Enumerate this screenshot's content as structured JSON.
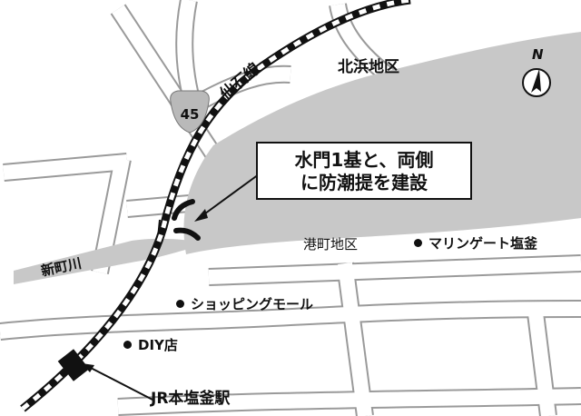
{
  "callout": {
    "line1": "水門1基と、両側",
    "line2": "に防潮提を建設"
  },
  "areas": {
    "kitahama": "北浜地区",
    "minatomachi": "港町地区"
  },
  "railway": {
    "name": "仙石線"
  },
  "river": {
    "name": "新町川"
  },
  "route": {
    "number": "45"
  },
  "station": {
    "name": "JR本塩釜駅"
  },
  "facilities": {
    "marine_gate": "マリンゲート塩釜",
    "shopping_mall": "ショッピングモール",
    "diy_store": "DIY店"
  },
  "compass": {
    "label": "N"
  },
  "colors": {
    "background": "#ffffff",
    "road_fill": "#ffffff",
    "road_outline": "#9a9a9a",
    "water_area": "#c8c8c8",
    "rail_dark": "#111111",
    "rail_light": "#ffffff",
    "route_shield": "#b9b9b9"
  },
  "icons": {
    "north_arrow": "compass-north-arrow-icon",
    "facility_marker": "black-dot-marker-icon"
  }
}
